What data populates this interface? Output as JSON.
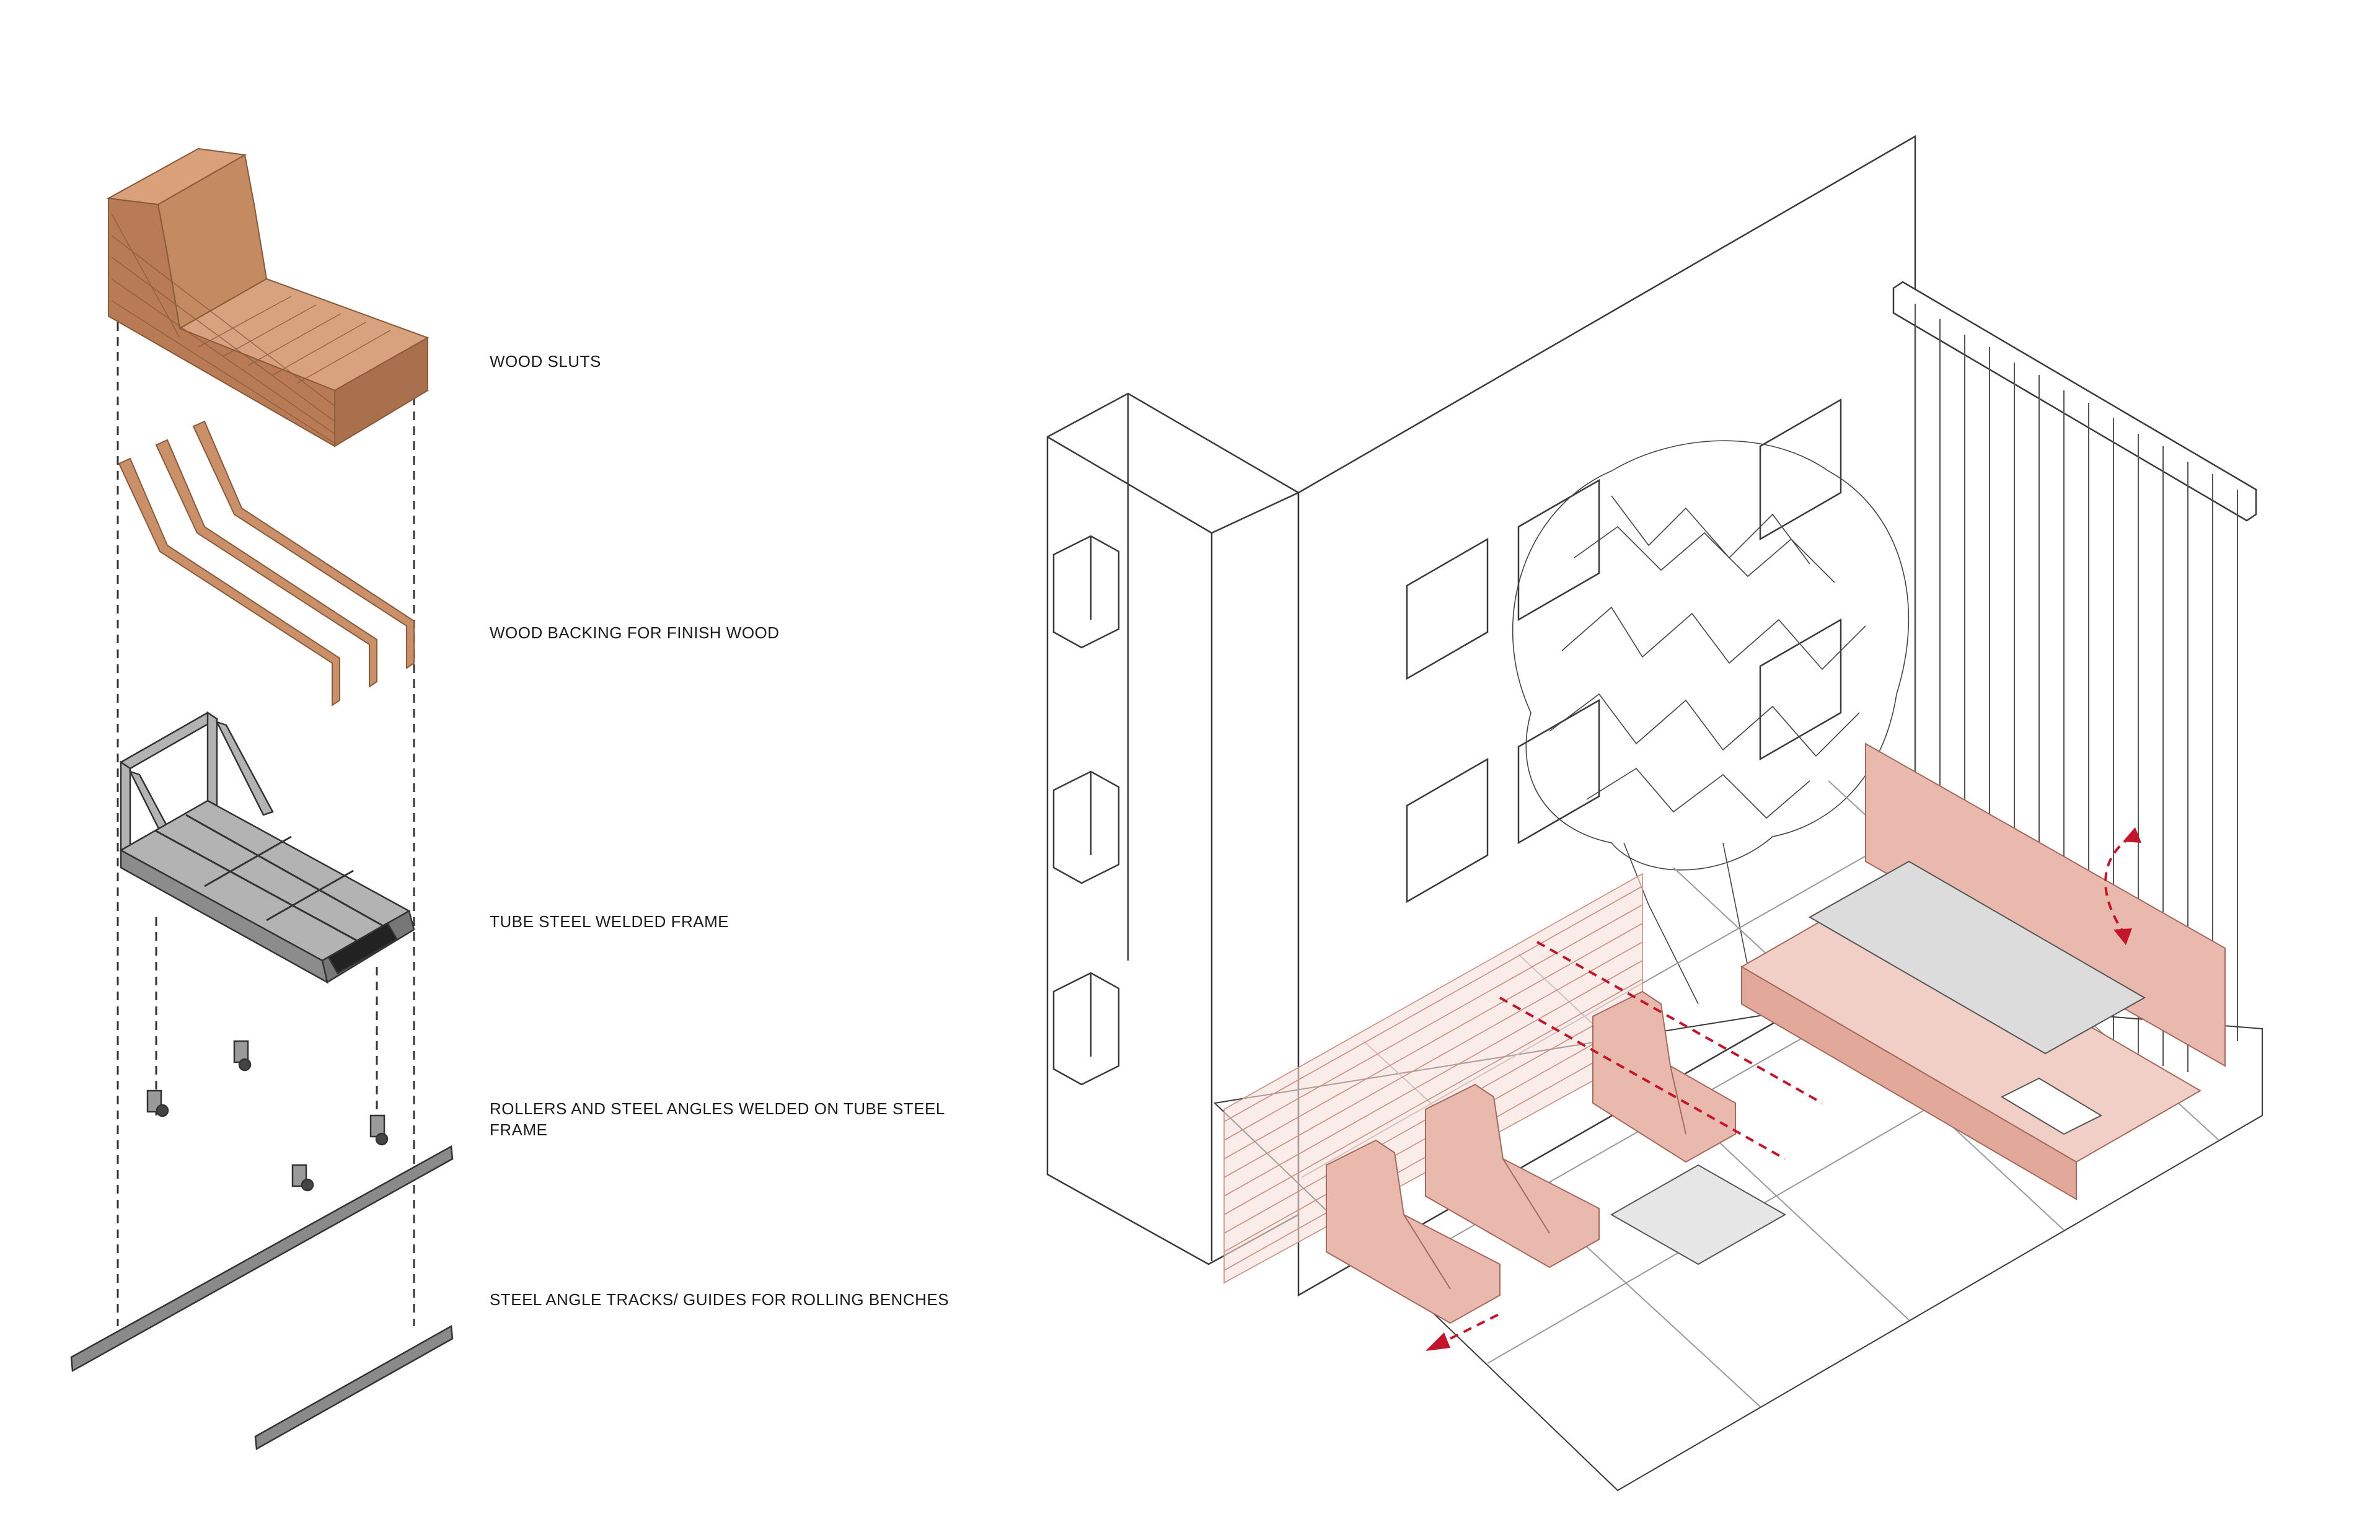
{
  "labels": {
    "wood_slats": "WOOD SLUTS",
    "wood_backing": "WOOD BACKING FOR FINISH WOOD",
    "steel_frame": "TUBE STEEL WELDED FRAME",
    "rollers": " ROLLERS  AND STEEL ANGLES WELDED ON TUBE STEEL FRAME",
    "tracks": "STEEL ANGLE TRACKS/ GUIDES FOR ROLLING BENCHES"
  },
  "colors": {
    "wood": "#c9906a",
    "wood_dark": "#a8704c",
    "steel": "#a9a9a9",
    "steel_dark": "#5c5c5c",
    "pink": "#e9b9ad",
    "pink_line": "#c98f84",
    "arrow": "#c4162a",
    "line": "#3a3a3a"
  }
}
